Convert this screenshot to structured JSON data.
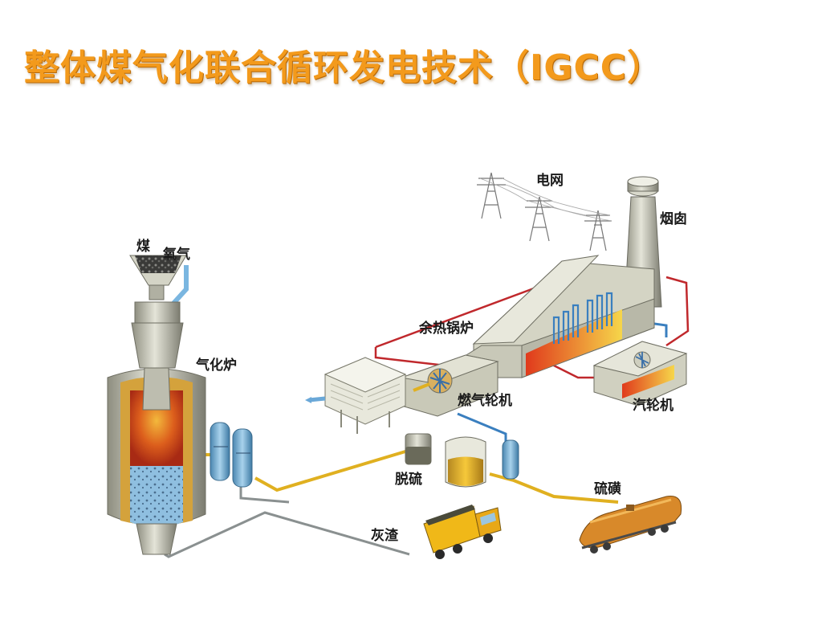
{
  "title": "整体煤气化联合循环发电技术（IGCC）",
  "labels": {
    "grid": "电网",
    "chimney": "烟囱",
    "coal": "煤",
    "oxygen": "氧气",
    "hrsg": "余热锅炉",
    "gasifier": "气化炉",
    "gas_turbine": "燃气轮机",
    "steam_turbine": "汽轮机",
    "desulfurization": "脱硫",
    "sulfur": "硫磺",
    "ash": "灰渣"
  },
  "colors": {
    "title": "#f39a1c",
    "steam_pipe": "#c0282c",
    "gas_pipe": "#e0b020",
    "water_pipe": "#3a7fbf",
    "ash_pipe": "#8a9090",
    "equipment": "#c9c9b8"
  }
}
